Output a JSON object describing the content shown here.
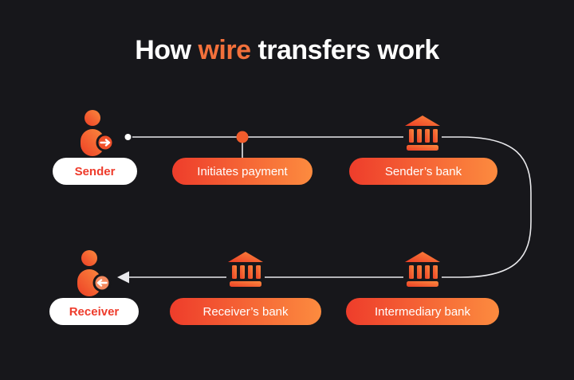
{
  "title": {
    "pre": "How ",
    "highlight": "wire",
    "post": " transfers work"
  },
  "colors": {
    "background": "#17171b",
    "title_text": "#ffffff",
    "accent_orange": "#f2703b",
    "pill_gradient_start": "#ee3d2b",
    "pill_gradient_end": "#fc8b3f",
    "white_pill_text": "#ee3b2b",
    "flow_line": "#e9e9ec"
  },
  "nodes": {
    "sender": {
      "label": "Sender"
    },
    "initiates_payment": {
      "label": "Initiates payment"
    },
    "senders_bank": {
      "label": "Sender’s bank"
    },
    "intermediary_bank": {
      "label": "Intermediary bank"
    },
    "receivers_bank": {
      "label": "Receiver’s bank"
    },
    "receiver": {
      "label": "Receiver"
    }
  },
  "icons": {
    "sender": "person-arrow-right-icon",
    "receiver": "person-arrow-left-icon",
    "bank": "bank-building-icon",
    "flow": "flow-connector-line"
  }
}
